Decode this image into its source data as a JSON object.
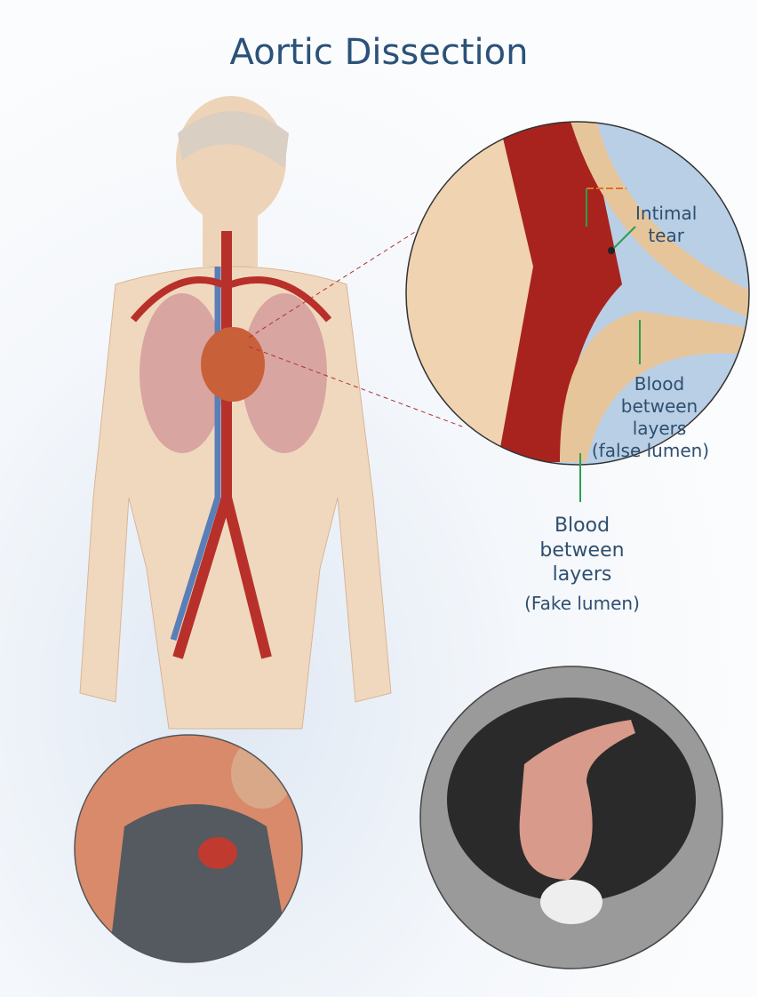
{
  "title": "Aortic Dissection",
  "labels": {
    "intimal_tear": [
      "Intimal",
      "tear"
    ],
    "inset_blood": [
      "Blood",
      "between",
      "layers",
      "(false lumen)"
    ],
    "outer_blood": [
      "Blood",
      "between",
      "layers",
      "(Fake lumen)"
    ]
  }
}
